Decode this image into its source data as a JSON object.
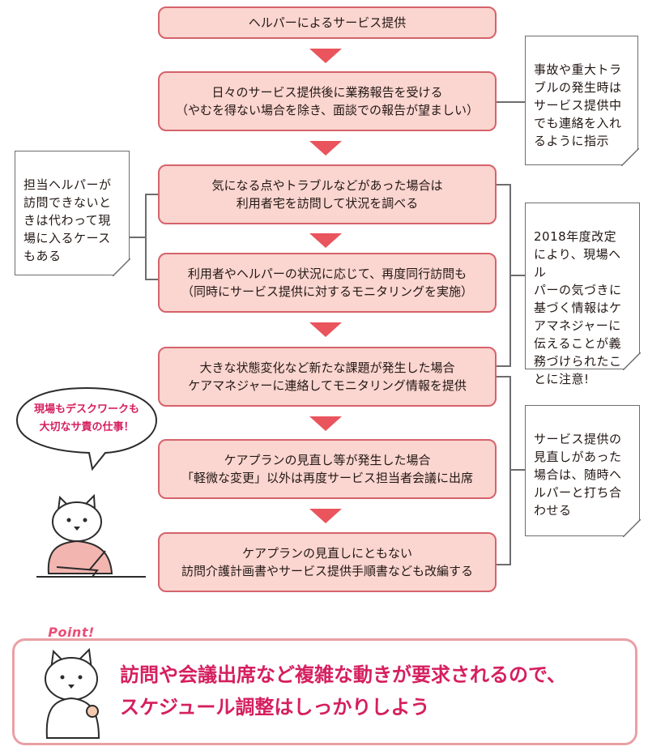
{
  "steps": [
    [
      "ヘルパーによるサービス提供"
    ],
    [
      "日々のサービス提供後に業務報告を受ける",
      "（やむを得ない場合を除き、面談での報告が望ましい）"
    ],
    [
      "気になる点やトラブルなどがあった場合は",
      "利用者宅を訪問して状況を調べる"
    ],
    [
      "利用者やヘルパーの状況に応じて、再度同行訪問も",
      "（同時にサービス提供に対するモニタリングを実施）"
    ],
    [
      "大きな状態変化など新たな課題が発生した場合",
      "ケアマネジャーに連絡してモニタリング情報を提供"
    ],
    [
      "ケアプランの見直し等が発生した場合",
      "「軽微な変更」以外は再度サービス担当者会議に出席"
    ],
    [
      "ケアプランの見直しにともない",
      "訪問介護計画書やサービス提供手順書なども改編する"
    ]
  ],
  "notes": {
    "left": "担当ヘルパーが\n訪問できないと\nきは代わって現\n場に入るケース\nもある",
    "right1": "事故や重大トラ\nブルの発生時は\nサービス提供中\nでも連絡を入れ\nるように指示",
    "right2": "2018年度改定\nにより、現場ヘル\nパーの気づきに\n基づく情報はケ\nアマネジャーに\n伝えることが義\n務づけられたこ\nとに注意!",
    "right3": "サービス提供の\n見直しがあった\n場合は、随時ヘ\nルパーと打ち合\nわせる"
  },
  "bubble": [
    "現場もデスクワークも",
    "大切なサ責の仕事！"
  ],
  "point": {
    "badge": "Point!",
    "lines": [
      "訪問や会議出席など複雑な動きが要求されるので、",
      "スケジュール調整はしっかりしよう"
    ]
  }
}
